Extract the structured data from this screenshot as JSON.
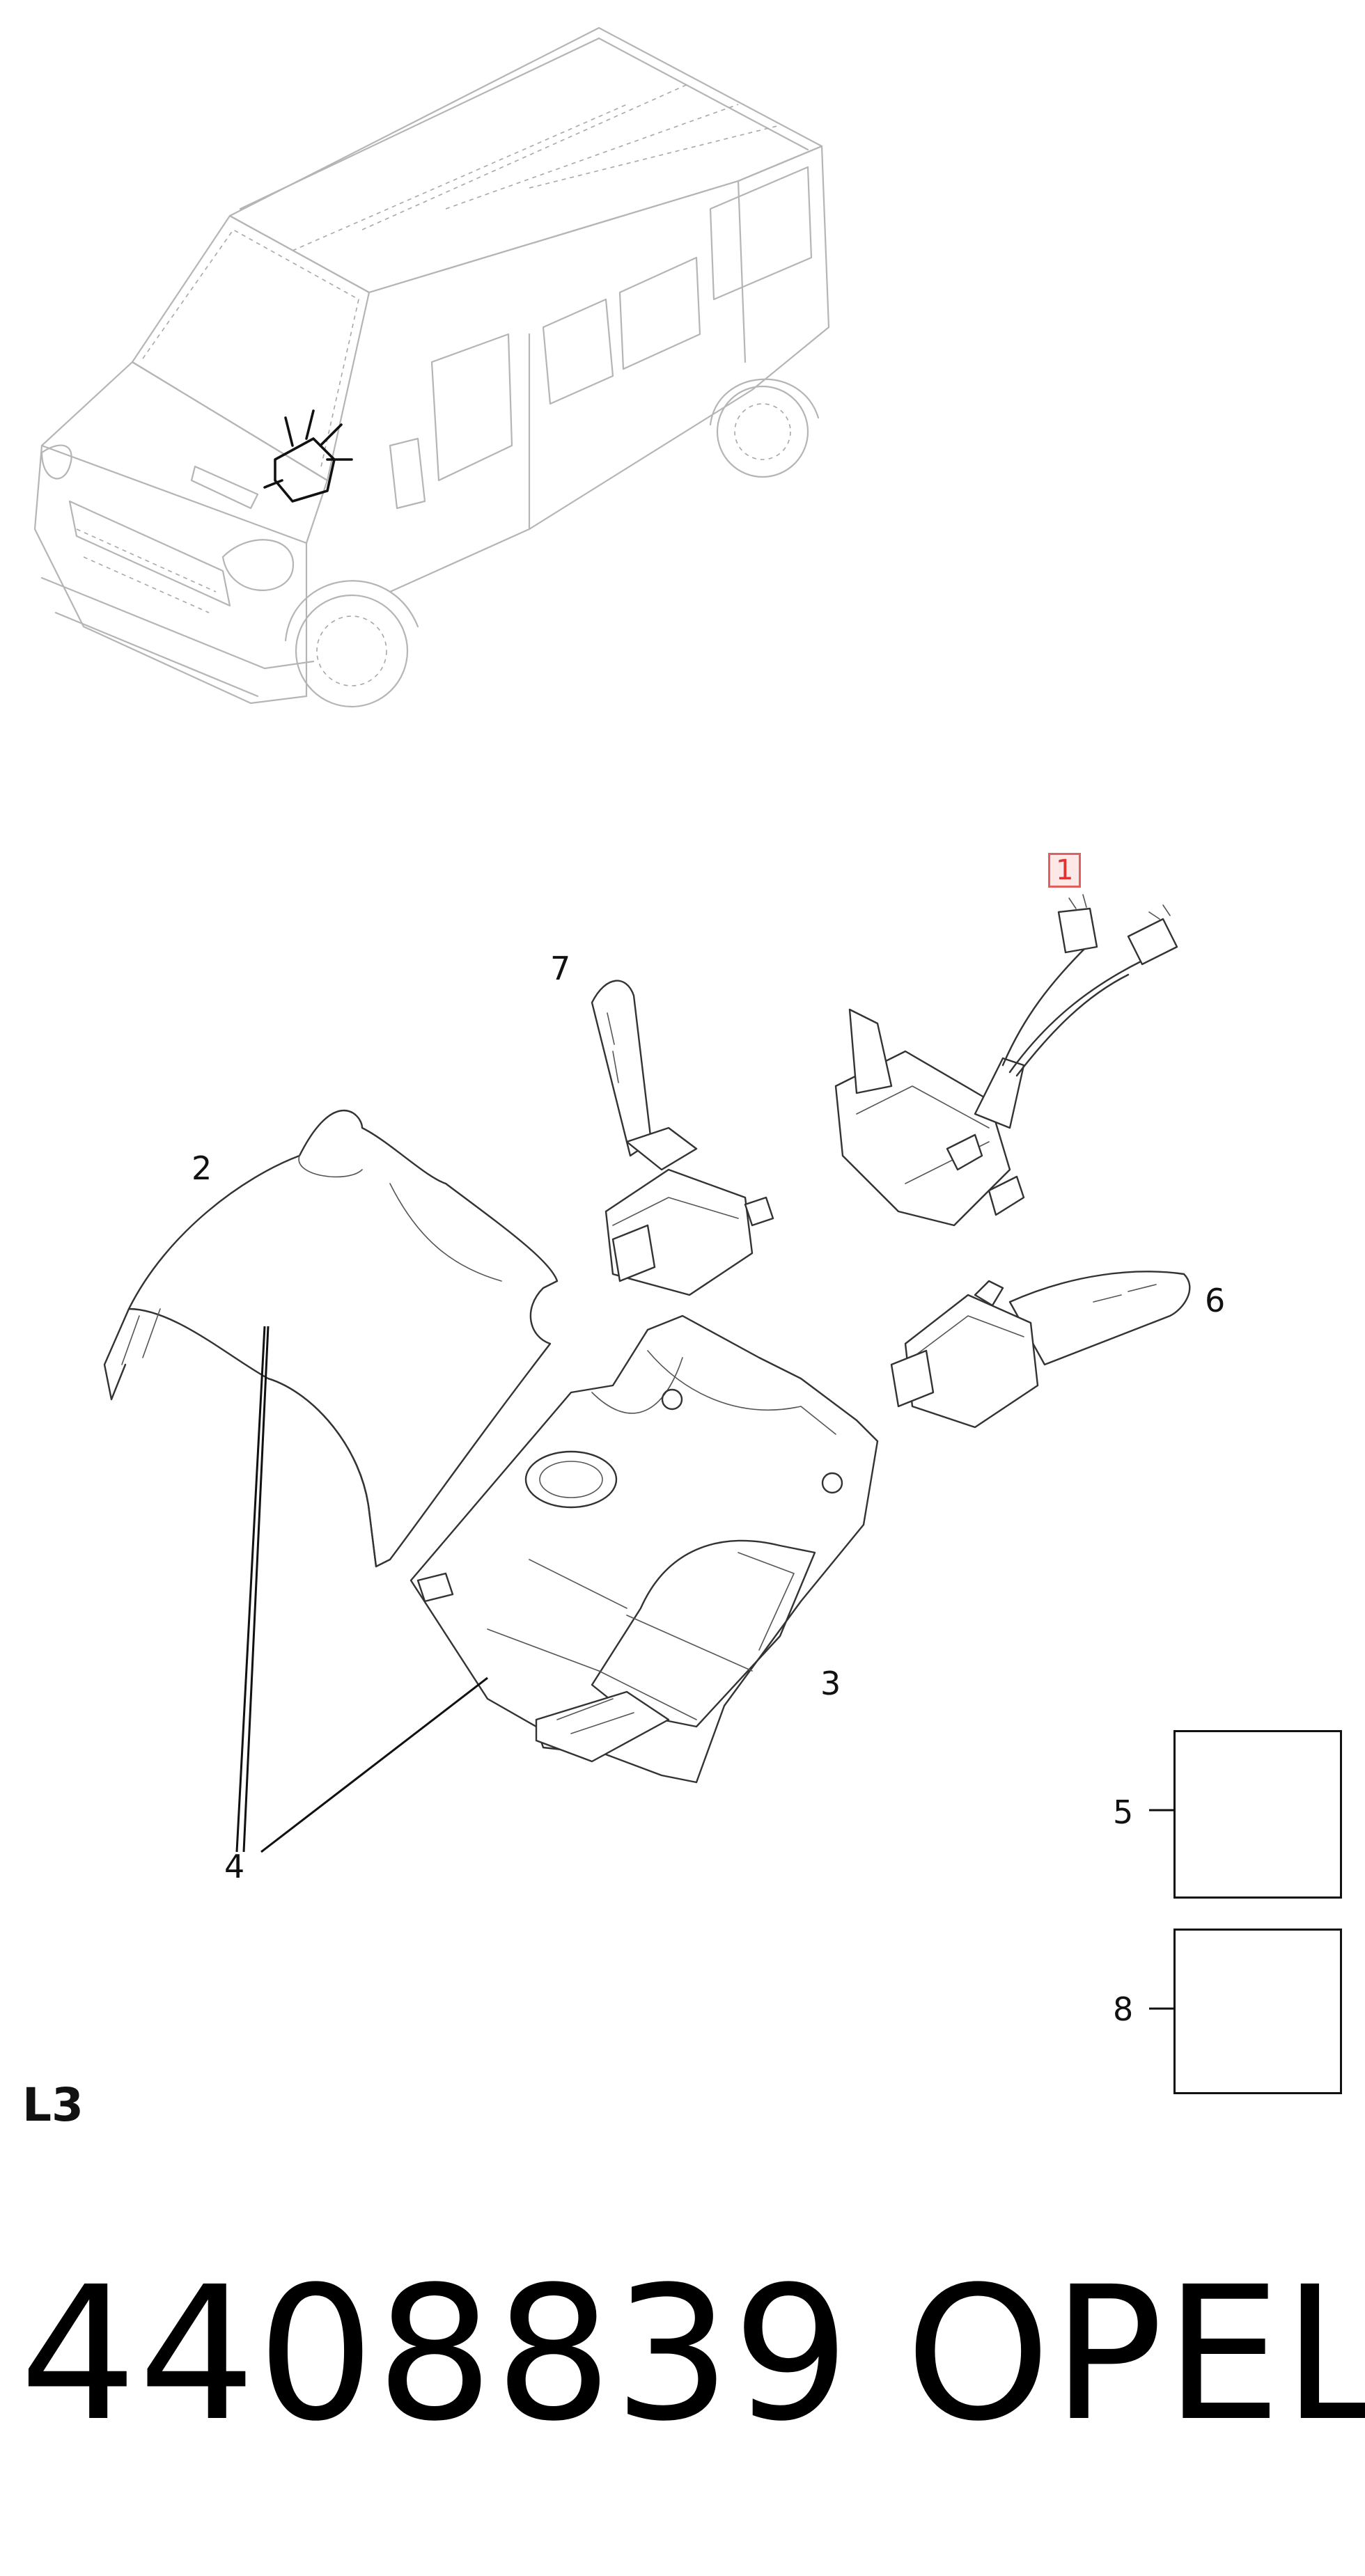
{
  "callouts": [
    {
      "id": "1",
      "label": "1",
      "highlighted": true
    },
    {
      "id": "2",
      "label": "2"
    },
    {
      "id": "3",
      "label": "3"
    },
    {
      "id": "4",
      "label": "4"
    },
    {
      "id": "5",
      "label": "5"
    },
    {
      "id": "6",
      "label": "6"
    },
    {
      "id": "7",
      "label": "7"
    },
    {
      "id": "8",
      "label": "8"
    }
  ],
  "section_code": "L3",
  "part_number": "4408839",
  "brand": "OPEL",
  "colors": {
    "line": "#333333",
    "highlight_border": "#e06060",
    "highlight_fill": "#fde8e8",
    "highlight_text": "#dd3333"
  }
}
